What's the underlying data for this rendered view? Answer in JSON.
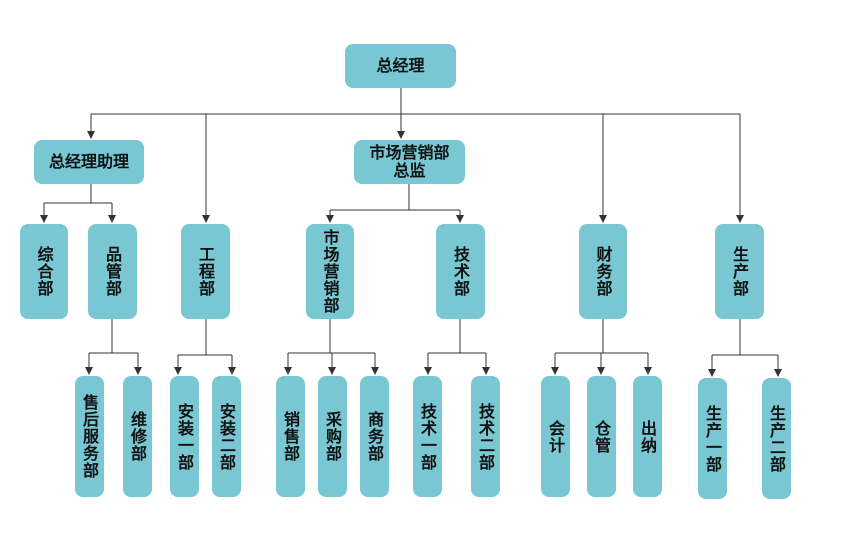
{
  "nodes": {
    "ceo": "总经理",
    "assistant": "总经理助理",
    "marketing_director": "市场营销部\n总监",
    "general": "综合部",
    "quality": "品管部",
    "engineering": "工程部",
    "marketing": "市场营销部",
    "technology": "技术部",
    "finance": "财务部",
    "production": "生产部",
    "after_sales": "售后服务部",
    "maintenance": "维修部",
    "install1": "安装一部",
    "install2": "安装二部",
    "sales": "销售部",
    "purchasing": "采购部",
    "business": "商务部",
    "tech1": "技术一部",
    "tech2": "技术二部",
    "accounting": "会计",
    "warehouse": "仓管",
    "cashier": "出纳",
    "prod1": "生产一部",
    "prod2": "生产二部"
  },
  "colors": {
    "node_fill": "#79c7d3",
    "line": "#333333"
  }
}
